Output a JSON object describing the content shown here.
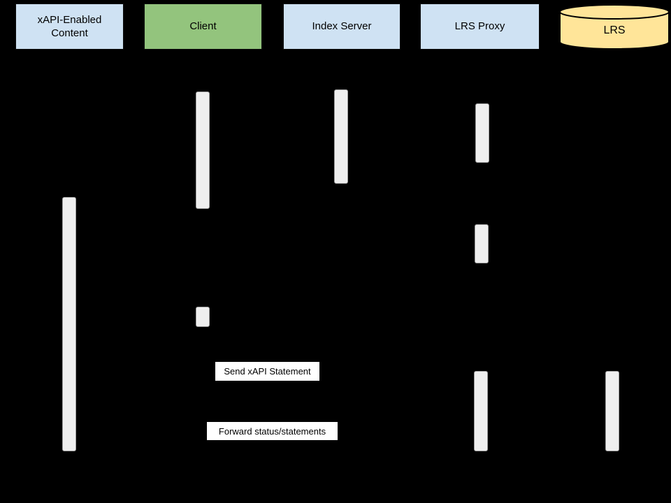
{
  "diagram": {
    "type": "sequence-diagram",
    "background_color": "#000000",
    "actors": [
      {
        "label": "xAPI-Enabled Content",
        "shape": "rect",
        "fill": "#cfe2f3"
      },
      {
        "label": "Client",
        "shape": "rect",
        "fill": "#93c47d"
      },
      {
        "label": "Index Server",
        "shape": "rect",
        "fill": "#cfe2f3"
      },
      {
        "label": "LRS Proxy",
        "shape": "rect",
        "fill": "#cfe2f3"
      },
      {
        "label": "LRS",
        "shape": "database",
        "fill": "#ffe599"
      }
    ],
    "messages": [
      {
        "label": "Send xAPI Statement"
      },
      {
        "label": "Forward status/statements"
      }
    ],
    "activation_bars": {
      "count": 8,
      "fill": "#efefef",
      "border": "#9e9e9e",
      "lifelines": [
        "xAPI-Enabled Content",
        "Client",
        "Client",
        "Index Server",
        "LRS Proxy",
        "LRS Proxy",
        "LRS Proxy",
        "LRS"
      ]
    }
  }
}
